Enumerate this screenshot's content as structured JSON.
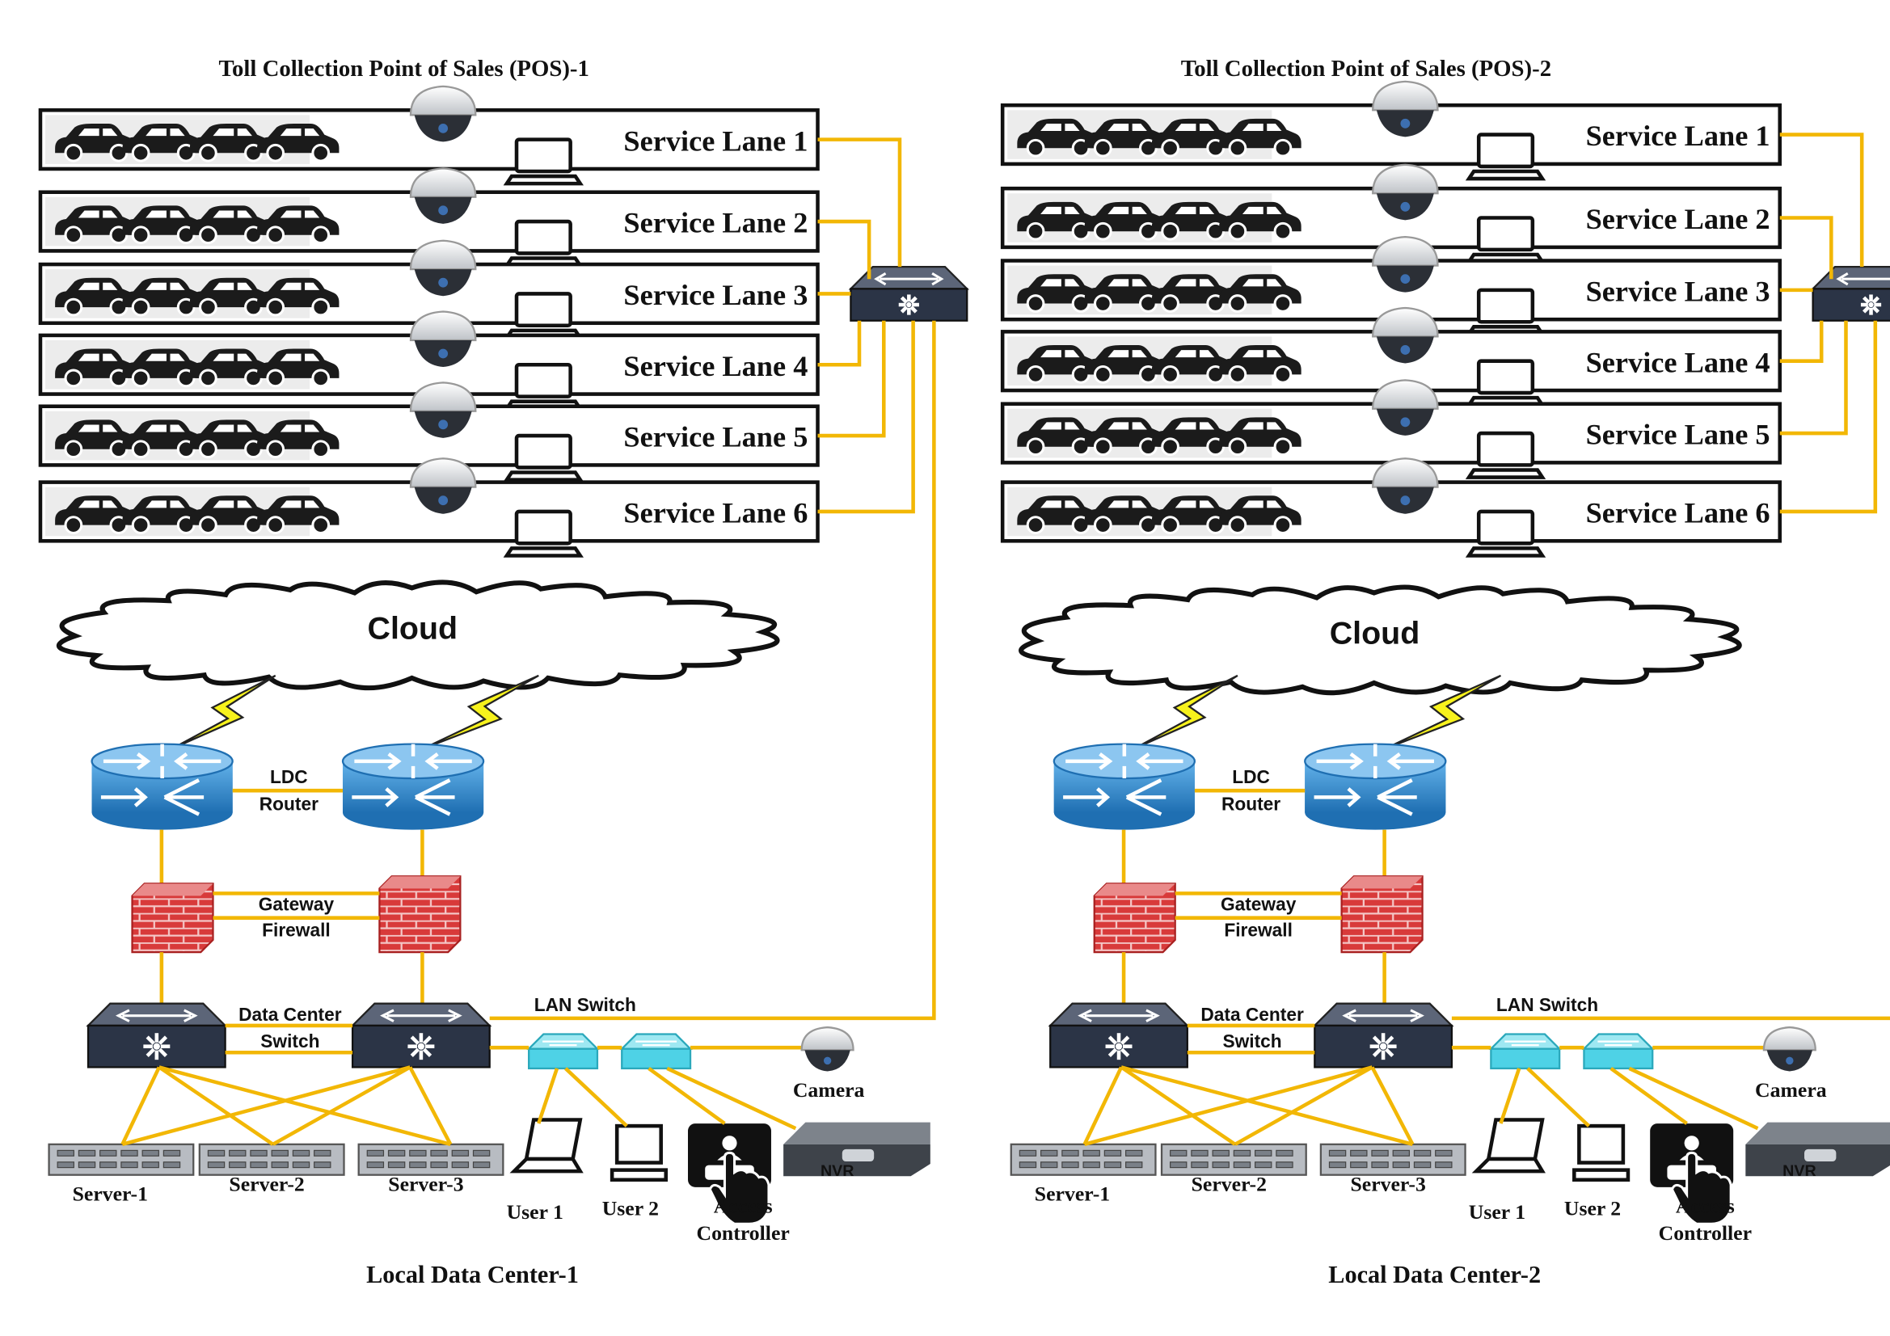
{
  "colors": {
    "link": "#f2b705",
    "router": "#2f86cc",
    "firewall": "#d83a3a",
    "switch_dark": "#2b3446",
    "lan_switch": "#4ed2e6",
    "lightning": "#f7f21c"
  },
  "icons": {
    "car": "car-icon",
    "camera": "dome-camera-icon",
    "laptop": "laptop-icon",
    "switch": "network-switch-icon",
    "router": "router-icon",
    "firewall": "firewall-icon",
    "server": "server-icon",
    "nvr": "nvr-icon",
    "access": "access-controller-icon",
    "cloud": "cloud-icon",
    "lightning": "lightning-icon"
  },
  "sites": [
    {
      "pos_title": "Toll Collection Point of Sales (POS)-1",
      "lanes": [
        "Service Lane 1",
        "Service Lane 2",
        "Service Lane 3",
        "Service Lane 4",
        "Service Lane 5",
        "Service Lane 6"
      ],
      "cloud_label": "Cloud",
      "router_label": [
        "LDC",
        "Router"
      ],
      "firewall_label": [
        "Gateway",
        "Firewall"
      ],
      "dc_switch_label": [
        "Data Center",
        "Switch"
      ],
      "lan_switch_label": "LAN Switch",
      "camera_label": "Camera",
      "nvr_label": "NVR",
      "access_label": [
        "Access",
        "Controller"
      ],
      "servers": [
        "Server-1",
        "Server-2",
        "Server-3"
      ],
      "users": [
        "User 1",
        "User 2"
      ],
      "dc_title": "Local Data Center-1"
    },
    {
      "pos_title": "Toll Collection Point of Sales (POS)-2",
      "lanes": [
        "Service Lane 1",
        "Service Lane 2",
        "Service Lane 3",
        "Service Lane 4",
        "Service Lane 5",
        "Service Lane 6"
      ],
      "cloud_label": "Cloud",
      "router_label": [
        "LDC",
        "Router"
      ],
      "firewall_label": [
        "Gateway",
        "Firewall"
      ],
      "dc_switch_label": [
        "Data Center",
        "Switch"
      ],
      "lan_switch_label": "LAN Switch",
      "camera_label": "Camera",
      "nvr_label": "NVR",
      "access_label": [
        "Access",
        "Controller"
      ],
      "servers": [
        "Server-1",
        "Server-2",
        "Server-3"
      ],
      "users": [
        "User 1",
        "User 2"
      ],
      "dc_title": "Local Data Center-2"
    }
  ]
}
